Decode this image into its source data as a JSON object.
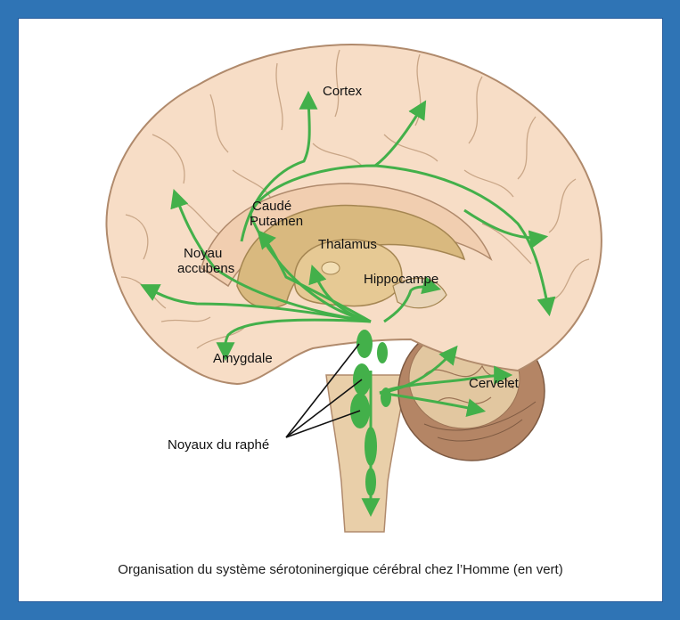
{
  "labels": {
    "cortex": "Cortex",
    "caude": "Caudé",
    "putamen": "Putamen",
    "noyau": "Noyau",
    "accubens": "accubens",
    "thalamus": "Thalamus",
    "hippocampe": "Hippocampe",
    "amygdale": "Amygdale",
    "cervelet": "Cervelet",
    "raphe": "Noyaux du raphé"
  },
  "caption": "Organisation du système sérotoninergique cérébral chez l’Homme (en vert)",
  "colors": {
    "frame": "#2f74b5",
    "cortex_fill": "#f7ddc6",
    "cortex_stroke": "#b08a6c",
    "basal_ganglia": "#d9b97f",
    "pathway": "#43b04a",
    "cerebellum": "#b48565",
    "brainstem": "#e9cfa9"
  }
}
